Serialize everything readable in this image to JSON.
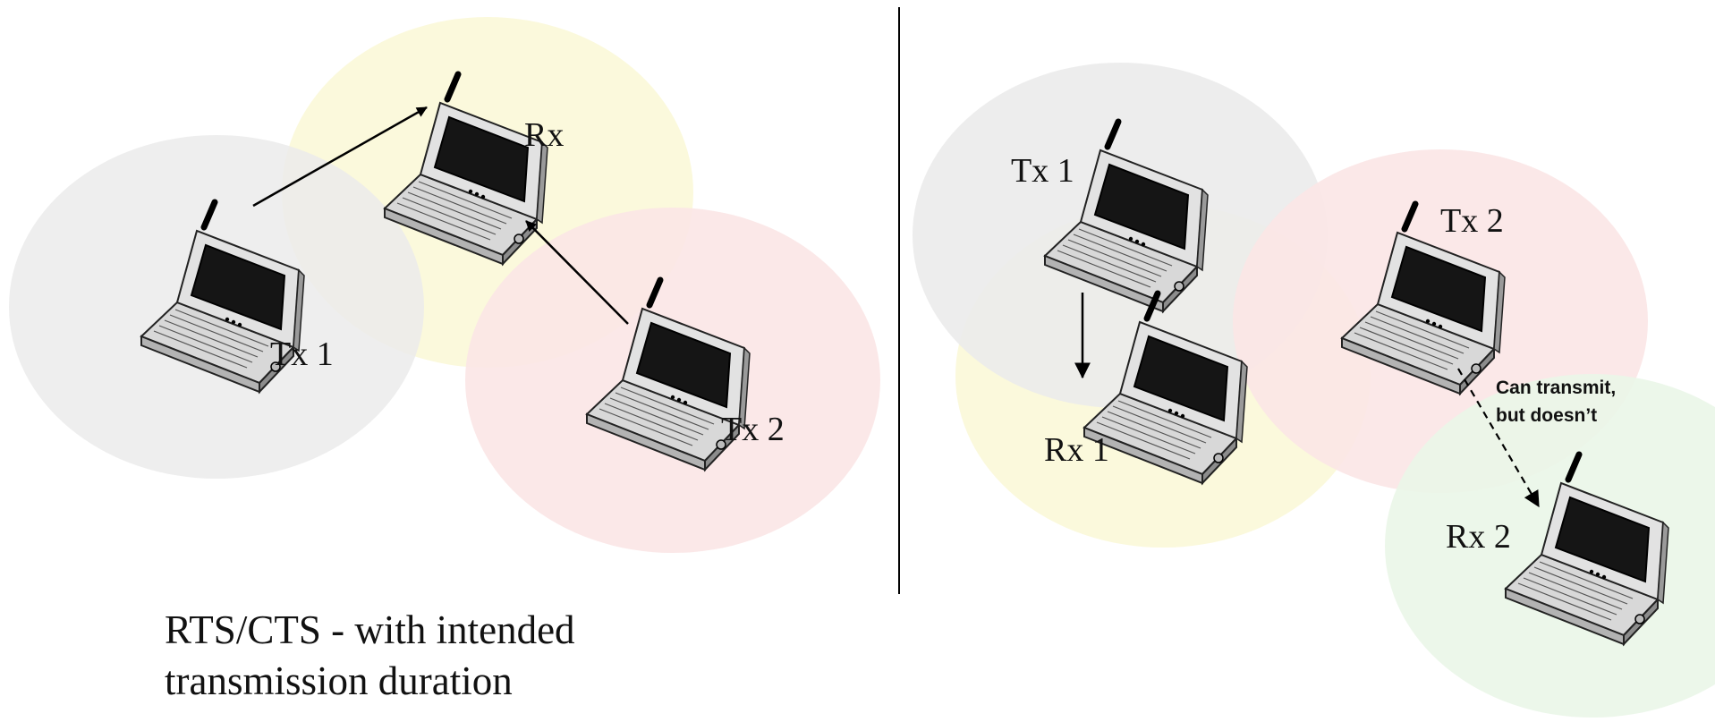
{
  "left_panel": {
    "labels": {
      "rx": "Rx",
      "tx1": "Tx 1",
      "tx2": "Tx 2"
    }
  },
  "right_panel": {
    "labels": {
      "tx1": "Tx 1",
      "rx1": "Rx 1",
      "tx2": "Tx 2",
      "rx2": "Rx 2"
    },
    "note": [
      "Can transmit,",
      "but doesn’t"
    ]
  },
  "caption": [
    "RTS/CTS - with intended",
    "transmission duration"
  ],
  "colors": {
    "range_gray": "#ebebeb",
    "range_yellow": "#fbf9dc",
    "range_red": "#fbe6e6",
    "range_green": "#eaf6e8",
    "divider": "#000000",
    "arrow": "#000000"
  }
}
